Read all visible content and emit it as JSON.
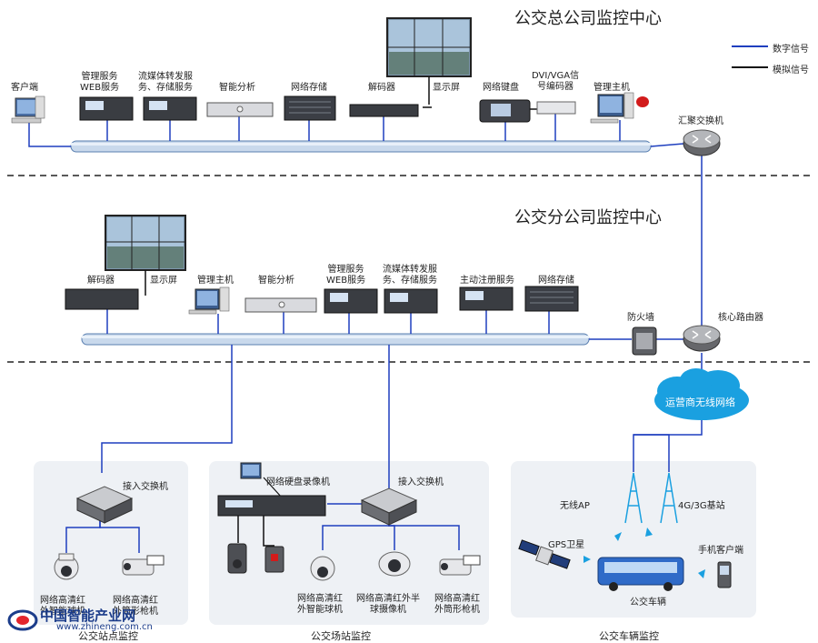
{
  "titles": {
    "hq": "公交总公司监控中心",
    "branch": "公交分公司监控中心"
  },
  "legend": {
    "digital": "数字信号",
    "analog": "模拟信号",
    "digital_color": "#1f3fbf",
    "analog_color": "#111111"
  },
  "hq_devices": {
    "client": "客户端",
    "mgmt_web": "管理服务\nWEB服务",
    "stream": "流媒体转发服\n务、存储服务",
    "analysis": "智能分析",
    "storage": "网络存储",
    "decoder": "解码器",
    "display": "显示屏",
    "keyboard": "网络键盘",
    "dvi": "DVI/VGA信\n号编码器",
    "host": "管理主机",
    "agg_switch": "汇聚交换机"
  },
  "branch_devices": {
    "decoder": "解码器",
    "display": "显示屏",
    "host": "管理主机",
    "analysis": "智能分析",
    "mgmt_web": "管理服务\nWEB服务",
    "stream": "流媒体转发服\n务、存储服务",
    "register": "主动注册服务",
    "storage": "网络存储",
    "firewall": "防火墙",
    "core_router": "核心路由器"
  },
  "wireless": {
    "cloud": "运营商无线网络"
  },
  "stop_section": {
    "label": "公交站点监控",
    "switch": "接入交换机",
    "cam1": "网络高清红\n外智能球机",
    "cam2": "网络高清红\n外筒形枪机"
  },
  "yard_section": {
    "label": "公交场站监控",
    "nvr": "网络硬盘录像机",
    "switch": "接入交换机",
    "cam1": "网络高清红\n外智能球机",
    "cam2": "网络高清红外半\n球摄像机",
    "cam3": "网络高清红\n外筒形枪机"
  },
  "vehicle_section": {
    "label": "公交车辆监控",
    "ap": "无线AP",
    "base": "4G/3G基站",
    "gps": "GPS卫星",
    "mobile": "手机客户端",
    "bus": "公交车辆"
  },
  "watermark": {
    "logo": "中国智能产业网",
    "url": "www.zhineng.com.cn"
  }
}
